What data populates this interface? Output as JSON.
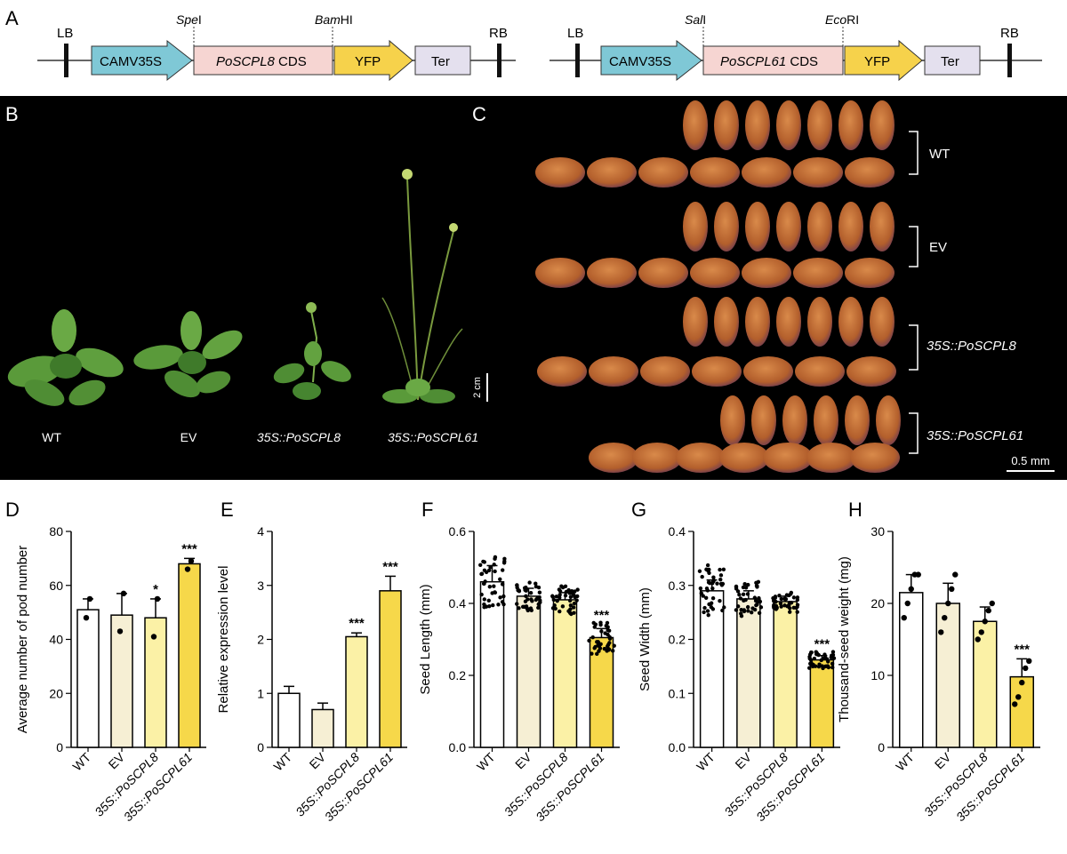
{
  "panels": {
    "A": "A",
    "B": "B",
    "C": "C",
    "D": "D",
    "E": "E",
    "F": "F",
    "G": "G",
    "H": "H"
  },
  "constructs": [
    {
      "lb": "LB",
      "rb": "RB",
      "site1": {
        "italic": "Spe",
        "roman": "I"
      },
      "site2": {
        "italic": "Bam",
        "roman": "HI"
      },
      "promoter": "CAMV35S",
      "cds": {
        "italic": "PoSCPL8",
        "roman": " CDS"
      },
      "tag": "YFP",
      "ter": "Ter"
    },
    {
      "lb": "LB",
      "rb": "RB",
      "site1": {
        "italic": "Sal",
        "roman": "I"
      },
      "site2": {
        "italic": "Eco",
        "roman": "RI"
      },
      "promoter": "CAMV35S",
      "cds": {
        "italic": "PoSCPL61",
        "roman": " CDS"
      },
      "tag": "YFP",
      "ter": "Ter"
    }
  ],
  "photo_b": {
    "labels": [
      "WT",
      "EV",
      "35S::PoSCPL8",
      "35S::PoSCPL61"
    ],
    "scale": "2 cm"
  },
  "photo_c": {
    "labels": [
      "WT",
      "EV",
      "35S::PoSCPL8",
      "35S::PoSCPL61"
    ],
    "scale": "0.5 mm"
  },
  "colors": {
    "bar_fills": [
      "#ffffff",
      "#f6efd4",
      "#fbf1a6",
      "#f6d84a"
    ],
    "construct_promoter": "#7fc8d6",
    "construct_cds": "#f6d5d2",
    "construct_yfp": "#f6d24b",
    "construct_ter": "#e4e0ee"
  },
  "chart_data": [
    {
      "type": "bar",
      "panel": "D",
      "categories": [
        "WT",
        "EV",
        "35S::PoSCPL8",
        "35S::PoSCPL61"
      ],
      "values": [
        51,
        49,
        48,
        68
      ],
      "errors": [
        4,
        8,
        7,
        2
      ],
      "points": [
        [
          48,
          55
        ],
        [
          43,
          57
        ],
        [
          41,
          55
        ],
        [
          66,
          69
        ]
      ],
      "sig": [
        "",
        "",
        "*",
        "***"
      ],
      "ylabel": "Average number of pod number",
      "ylim": [
        0,
        80
      ],
      "yticks": [
        0,
        20,
        40,
        60,
        80
      ]
    },
    {
      "type": "bar",
      "panel": "E",
      "categories": [
        "WT",
        "EV",
        "35S::PoSCPL8",
        "35S::PoSCPL61"
      ],
      "values": [
        1.0,
        0.7,
        2.05,
        2.9
      ],
      "errors": [
        0.13,
        0.12,
        0.07,
        0.27
      ],
      "points": [],
      "sig": [
        "",
        "",
        "***",
        "***"
      ],
      "ylabel": "Relative expression level",
      "ylim": [
        0,
        4
      ],
      "yticks": [
        0,
        1,
        2,
        3,
        4
      ]
    },
    {
      "type": "bar",
      "panel": "F",
      "categories": [
        "WT",
        "EV",
        "35S::PoSCPL8",
        "35S::PoSCPL61"
      ],
      "values": [
        0.46,
        0.42,
        0.41,
        0.305
      ],
      "errors": [
        0.045,
        0.022,
        0.02,
        0.025
      ],
      "spread": [
        0.09,
        0.05,
        0.05,
        0.06
      ],
      "sig": [
        "",
        "",
        "",
        "***"
      ],
      "ylabel": "Seed Length (mm)",
      "ylim": [
        0,
        0.6
      ],
      "yticks": [
        0.0,
        0.2,
        0.4,
        0.6
      ]
    },
    {
      "type": "bar",
      "panel": "G",
      "categories": [
        "WT",
        "EV",
        "35S::PoSCPL8",
        "35S::PoSCPL61"
      ],
      "values": [
        0.29,
        0.275,
        0.27,
        0.162
      ],
      "errors": [
        0.02,
        0.015,
        0.01,
        0.008
      ],
      "spread": [
        0.06,
        0.04,
        0.025,
        0.02
      ],
      "sig": [
        "",
        "",
        "",
        "***"
      ],
      "ylabel": "Seed Width (mm)",
      "ylim": [
        0,
        0.4
      ],
      "yticks": [
        0.0,
        0.1,
        0.2,
        0.3,
        0.4
      ]
    },
    {
      "type": "bar",
      "panel": "H",
      "categories": [
        "WT",
        "EV",
        "35S::PoSCPL8",
        "35S::PoSCPL61"
      ],
      "values": [
        21.5,
        20,
        17.5,
        9.8
      ],
      "errors": [
        2.5,
        2.8,
        2.0,
        2.5
      ],
      "points": [
        [
          18,
          20,
          22,
          24,
          24
        ],
        [
          16,
          18,
          20,
          22,
          24
        ],
        [
          15,
          16,
          17.5,
          19,
          20
        ],
        [
          6,
          7,
          9,
          11,
          12
        ]
      ],
      "sig": [
        "",
        "",
        "",
        "***"
      ],
      "ylabel": "Thousand-seed weight (mg)",
      "ylim": [
        0,
        30
      ],
      "yticks": [
        0,
        10,
        20,
        30
      ]
    }
  ]
}
